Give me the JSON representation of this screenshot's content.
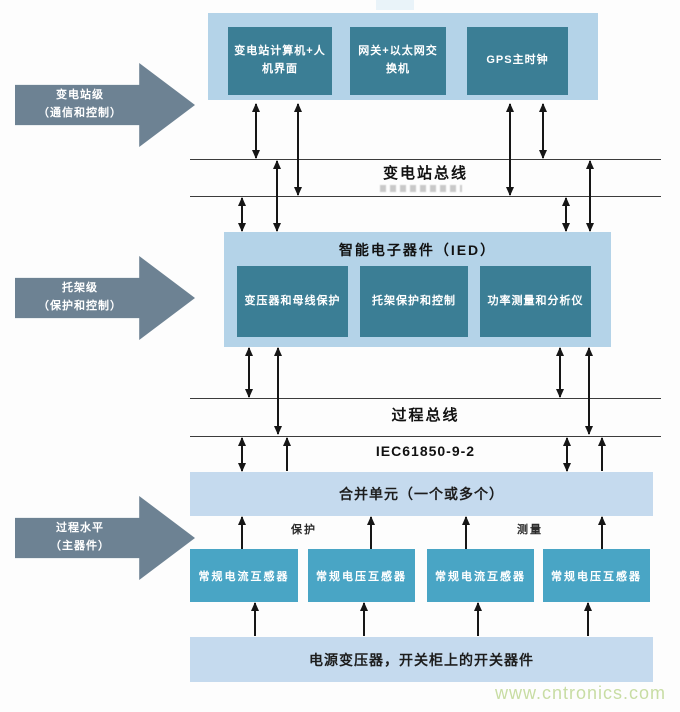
{
  "levels": {
    "station": {
      "label": [
        "变电站级",
        "（通信和控制）"
      ]
    },
    "bay": {
      "label": [
        "托架级",
        "（保护和控制）"
      ]
    },
    "process": {
      "label": [
        "过程水平",
        "（主器件）"
      ]
    }
  },
  "station_boxes": [
    {
      "label": "变电站计算机+人机界面"
    },
    {
      "label": "网关+以太网交换机"
    },
    {
      "label": "GPS主时钟"
    }
  ],
  "station_bus": {
    "label": "变电站总线"
  },
  "ied": {
    "title": "智能电子器件（IED）",
    "boxes": [
      {
        "label": "变压器和母线保护"
      },
      {
        "label": "托架保护和控制"
      },
      {
        "label": "功率测量和分析仪"
      }
    ]
  },
  "process_bus": {
    "label": "过程总线",
    "protocol": "IEC61850-9-2"
  },
  "merging_unit": {
    "label": "合并单元（一个或多个）"
  },
  "signal_labels": {
    "protection": "保护",
    "measurement": "测量"
  },
  "sensors": [
    {
      "label": "常规电流互感器"
    },
    {
      "label": "常规电压互感器"
    },
    {
      "label": "常规电流互感器"
    },
    {
      "label": "常规电压互感器"
    }
  ],
  "primary": {
    "label": "电源变压器，开关柜上的开关器件"
  },
  "watermark": "www.cntronics.com",
  "colors": {
    "device_box": "#3b7e95",
    "sensor_box": "#49a5c5",
    "panel": "#b4d3e8",
    "bar": "#c5daee",
    "level_arrow": "#6d8293",
    "watermark": "#c8dda4"
  }
}
